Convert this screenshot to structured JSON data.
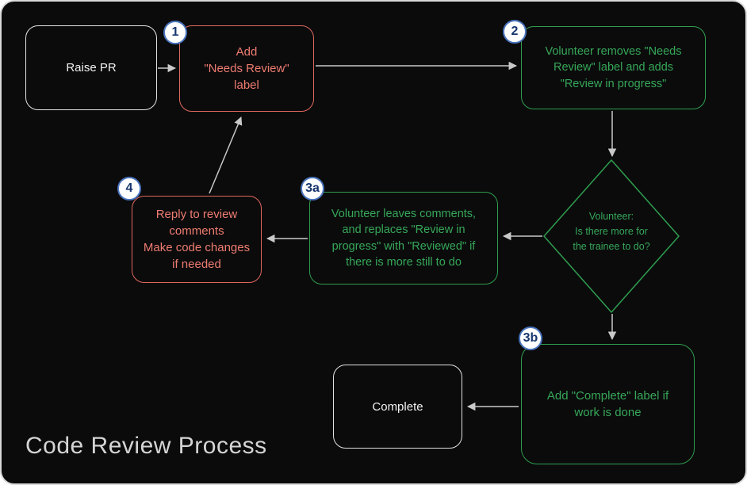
{
  "title": "Code Review Process",
  "colors": {
    "background": "#0b0b0c",
    "red_node": "#ee7c70",
    "green_node": "#36a758",
    "white_node": "#f2f2f2",
    "arrow": "#c9c9c9",
    "badge_border": "#4a74bd",
    "badge_text": "#16356e",
    "badge_fill": "#ffffff"
  },
  "nodes": {
    "raise_pr": {
      "label": "Raise PR"
    },
    "needs_review": {
      "label": "Add\n\"Needs Review\"\nlabel",
      "badge": "1"
    },
    "volunteer_removes": {
      "label": "Volunteer removes \"Needs\nReview\" label and adds\n\"Review in progress\"",
      "badge": "2"
    },
    "decision": {
      "label": "Volunteer:\nIs there more for\nthe trainee to do?"
    },
    "leaves_comments": {
      "label": "Volunteer leaves comments,\nand replaces \"Review in\nprogress\" with \"Reviewed\" if\nthere is more still to do",
      "badge": "3a"
    },
    "reply_comments": {
      "label": "Reply to review\ncomments\nMake code changes\nif needed",
      "badge": "4"
    },
    "add_complete": {
      "label": "Add \"Complete\" label if\nwork is done",
      "badge": "3b"
    },
    "complete": {
      "label": "Complete"
    }
  }
}
